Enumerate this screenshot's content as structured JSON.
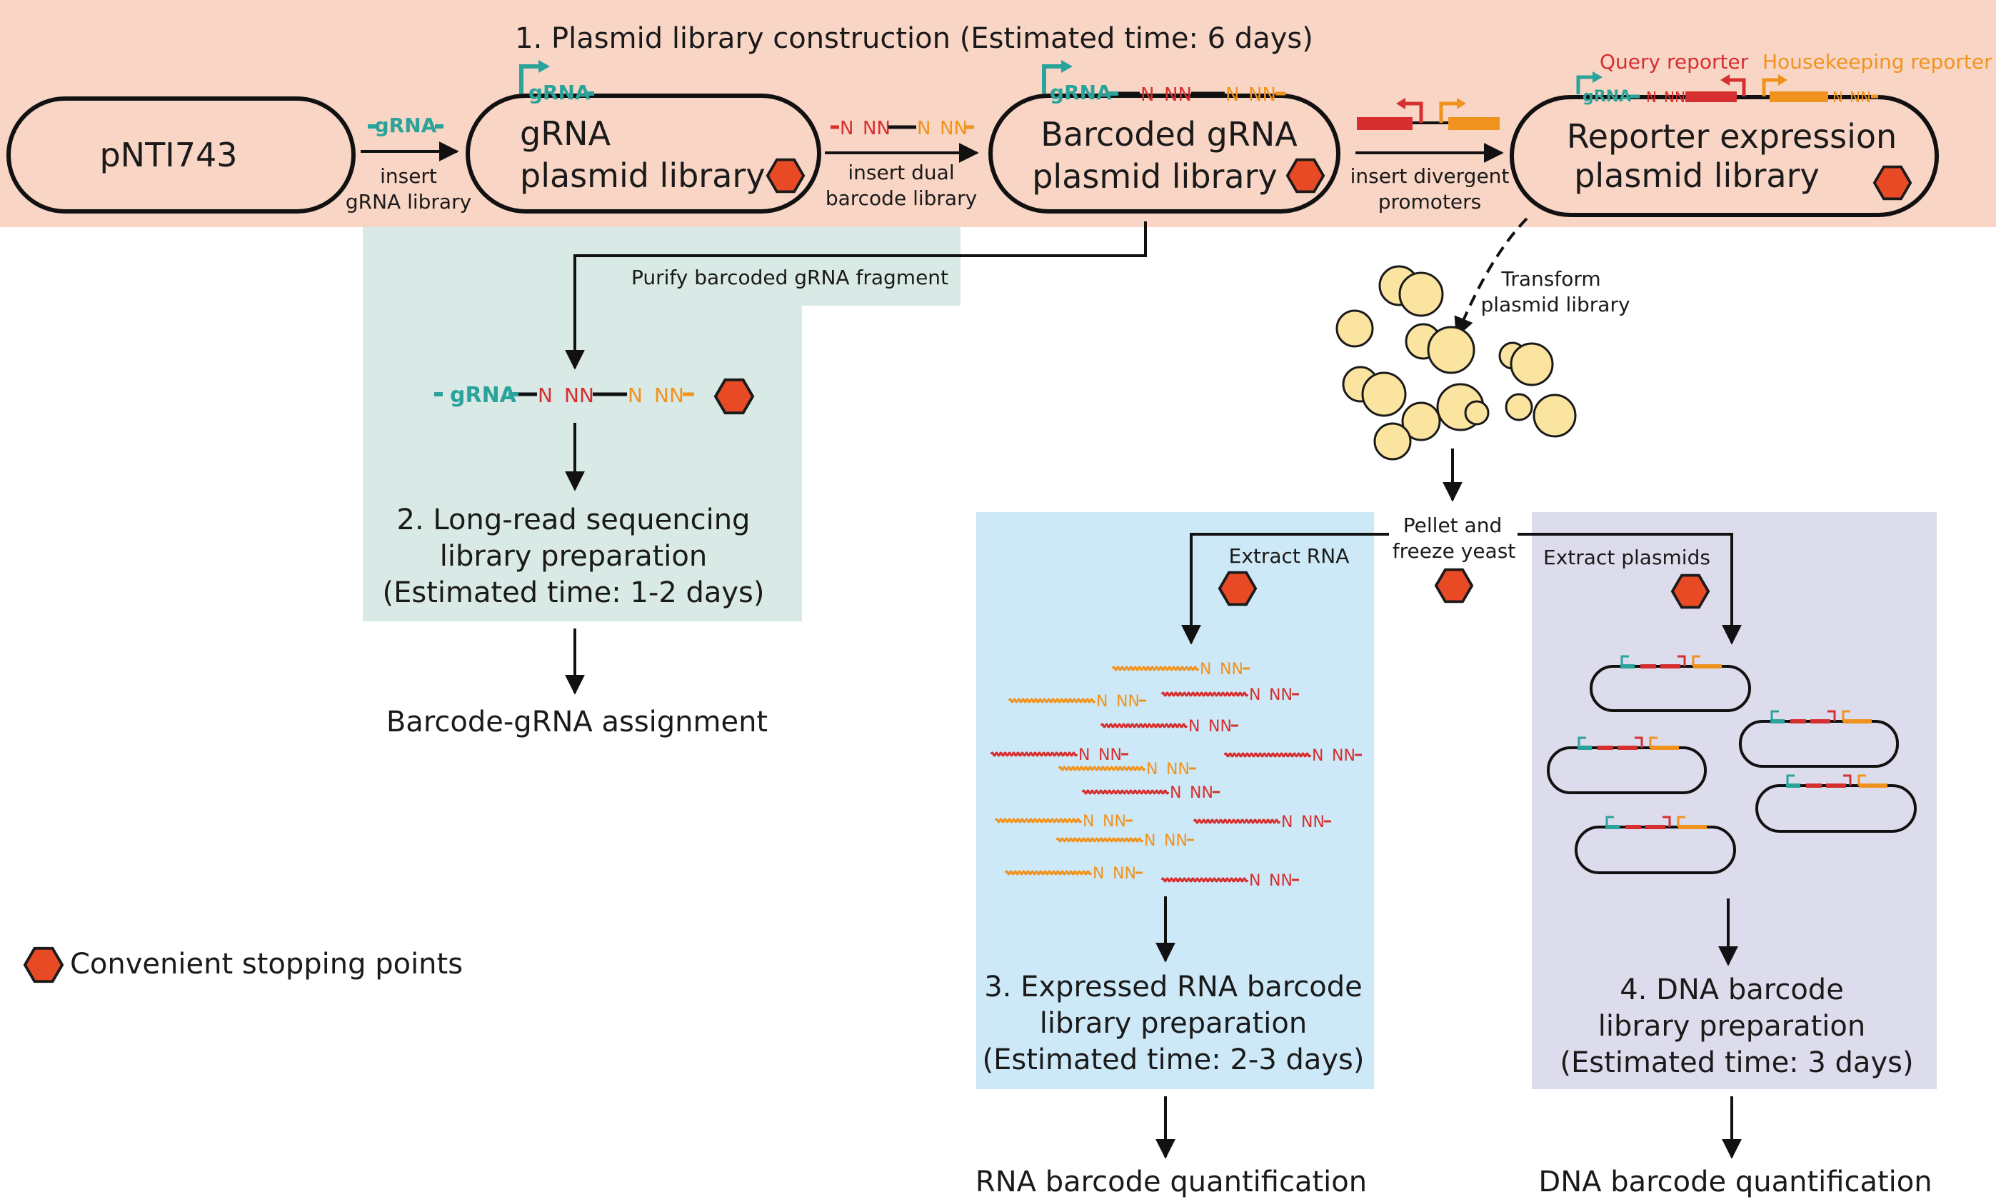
{
  "stage1": {
    "title": "1. Plasmid library construction (Estimated time: 6 days)"
  },
  "plasmids": {
    "p0": "pNTI743",
    "p1_line1": "gRNA",
    "p1_line2": "plasmid library",
    "p2_line1": "Barcoded gRNA",
    "p2_line2": "plasmid library",
    "p3_line1": "Reporter expression",
    "p3_line2": "plasmid library"
  },
  "elements": {
    "grna": "gRNA",
    "barcode_n": "N",
    "barcode_nn": "NN",
    "query_reporter": "Query reporter",
    "housekeeping_reporter": "Housekeeping reporter"
  },
  "steps": {
    "insert_grna_line1": "insert",
    "insert_grna_line2": "gRNA library",
    "insert_barcode_line1": "insert dual",
    "insert_barcode_line2": "barcode library",
    "insert_promoters_line1": "insert divergent",
    "insert_promoters_line2": "promoters",
    "purify": "Purify barcoded gRNA fragment",
    "transform_line1": "Transform",
    "transform_line2": "plasmid library",
    "pellet_line1": "Pellet and",
    "pellet_line2": "freeze yeast",
    "extract_rna": "Extract RNA",
    "extract_plasmids": "Extract plasmids"
  },
  "stage2": {
    "line1": "2. Long-read sequencing",
    "line2": "library preparation",
    "line3": "(Estimated time: 1-2 days)"
  },
  "stage3": {
    "line1": "3. Expressed RNA barcode",
    "line2": "library preparation",
    "line3": "(Estimated time: 2-3 days)"
  },
  "stage4": {
    "line1": "4. DNA barcode",
    "line2": "library preparation",
    "line3": "(Estimated time: 3 days)"
  },
  "outputs": {
    "barcode_assignment": "Barcode-gRNA assignment",
    "rna_quant": "RNA barcode quantification",
    "dna_quant": "DNA barcode quantification"
  },
  "legend": {
    "stop": "Convenient stopping points"
  },
  "colors": {
    "stage1_bg": "#f9d5c5",
    "stage2_bg": "#d9e9e6",
    "stage3_bg": "#cde9f8",
    "stage4_bg": "#dcdcec",
    "stop": "#e84a25",
    "teal": "#2aa39a",
    "red": "#d62f2f",
    "orange": "#f0931e",
    "yeast": "#fbe3a0"
  }
}
